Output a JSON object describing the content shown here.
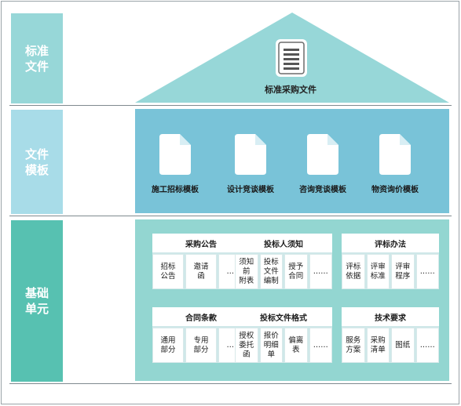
{
  "colors": {
    "roof": "#97d7d8",
    "label_top": "#97d7d8",
    "label_mid": "#a8dce8",
    "label_bottom": "#57c1b1",
    "template_band": "#79c3d8",
    "base_band": "#93d6d1"
  },
  "labels": {
    "standard": "标准\n文件",
    "template": "文件\n模板",
    "basic": "基础\n单元"
  },
  "roof": {
    "icon": "document-list-icon",
    "title": "标准采购文件"
  },
  "templates": [
    {
      "icon": "document-icon",
      "label": "施工招标模板"
    },
    {
      "icon": "document-icon",
      "label": "设计竞谈模板"
    },
    {
      "icon": "document-icon",
      "label": "咨询竞谈模板"
    },
    {
      "icon": "document-icon",
      "label": "物资询价模板"
    }
  ],
  "cards": [
    {
      "title": "采购公告",
      "items": [
        "招标\n公告",
        "邀请\n函",
        "……"
      ]
    },
    {
      "title": "投标人须知",
      "items": [
        "须知\n前\n附表",
        "投标\n文件\n编制",
        "授予\n合同",
        "……"
      ]
    },
    {
      "title": "评标办法",
      "items": [
        "评标\n依据",
        "评审\n标准",
        "评审\n程序",
        "……"
      ]
    },
    {
      "title": "合同条款",
      "items": [
        "通用\n部分",
        "专用\n部分",
        "……"
      ]
    },
    {
      "title": "投标文件格式",
      "items": [
        "授权\n委托\n函",
        "报价\n明细\n单",
        "偏离\n表",
        "……"
      ]
    },
    {
      "title": "技术要求",
      "items": [
        "服务\n方案",
        "采购\n清单",
        "图纸",
        "……"
      ]
    }
  ]
}
